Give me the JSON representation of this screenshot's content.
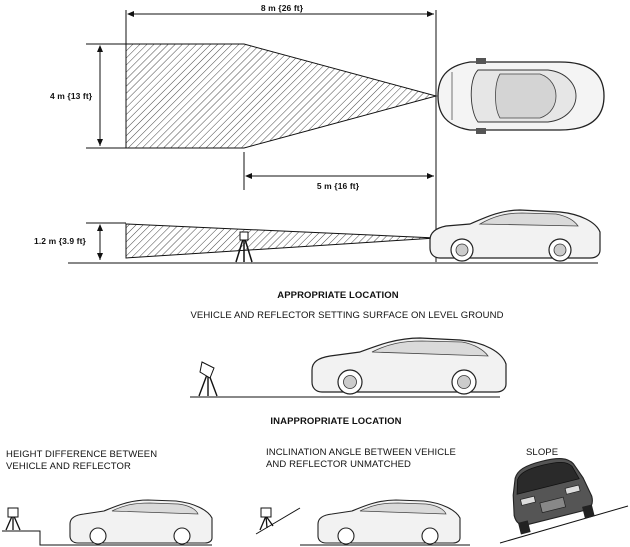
{
  "dimensions": {
    "total_length": "8 m {26 ft}",
    "width": "4 m {13 ft}",
    "partial_length": "5 m {16 ft}",
    "height": "1.2 m {3.9 ft}"
  },
  "sections": {
    "appropriate_title": "APPROPRIATE LOCATION",
    "appropriate_desc": "VEHICLE AND REFLECTOR SETTING SURFACE ON LEVEL GROUND",
    "inappropriate_title": "INAPPROPRIATE LOCATION"
  },
  "cases": [
    {
      "label_line1": "HEIGHT DIFFERENCE BETWEEN",
      "label_line2": "VEHICLE AND REFLECTOR"
    },
    {
      "label_line1": "INCLINATION ANGLE BETWEEN VEHICLE",
      "label_line2": "AND REFLECTOR UNMATCHED"
    },
    {
      "label_line1": "SLOPE",
      "label_line2": ""
    }
  ]
}
